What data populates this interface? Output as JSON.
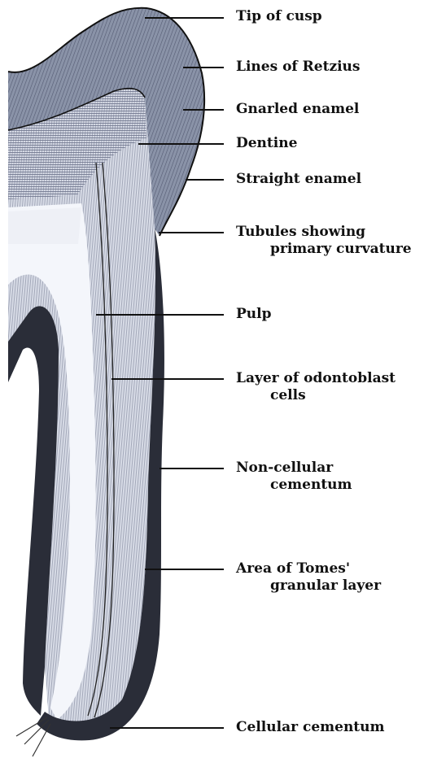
{
  "labels": {
    "tip_of_cusp": "Tip of cusp",
    "lines_of_retzius": "Lines of Retzius",
    "gnarled_enamel": "Gnarled enamel",
    "dentine": "Dentine",
    "straight_enamel": "Straight enamel",
    "tubules_line1": "Tubules showing",
    "tubules_line2": "primary curvature",
    "pulp": "Pulp",
    "odontoblast_line1": "Layer of odontoblast",
    "odontoblast_line2": "cells",
    "noncellular_line1": "Non-cellular",
    "noncellular_line2": "cementum",
    "tomes_line1": "Area of Tomes'",
    "tomes_line2": "granular layer",
    "cellular_cementum": "Cellular cementum"
  },
  "colors": {
    "ink": "#111111",
    "enamel": "#8a93a8",
    "dentine": "#d7dbe6",
    "cementum": "#2a2d38",
    "pulp": "#f4f6fb"
  }
}
